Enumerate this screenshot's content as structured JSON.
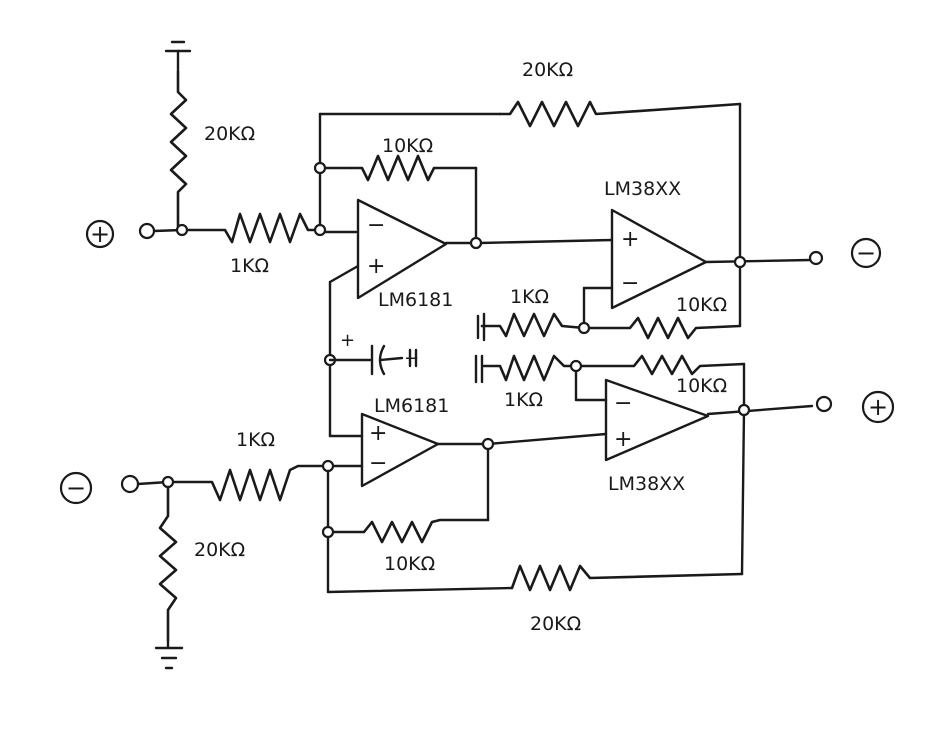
{
  "resistors": {
    "r_top_ground": "20KΩ",
    "r_top_input": "1KΩ",
    "r_top_feedback": "10KΩ",
    "r_top_outer": "20KΩ",
    "r_top_gain_in": "1KΩ",
    "r_top_gain_fb": "10KΩ",
    "r_bot_gain_in": "1KΩ",
    "r_bot_gain_fb": "10KΩ",
    "r_bot_input": "1KΩ",
    "r_bot_feedback": "10KΩ",
    "r_bot_ground": "20KΩ",
    "r_bot_outer": "20KΩ"
  },
  "opamps": {
    "u1": "LM6181",
    "u2": "LM6181",
    "u3": "LM38XX",
    "u4": "LM38XX"
  },
  "terminals": {
    "in_plus": "+",
    "in_minus": "−",
    "out_minus": "−",
    "out_plus": "+"
  },
  "pin_signs": {
    "minus": "−",
    "plus": "+"
  },
  "capacitor_marks": {
    "plus": "+",
    "minus": "−"
  }
}
